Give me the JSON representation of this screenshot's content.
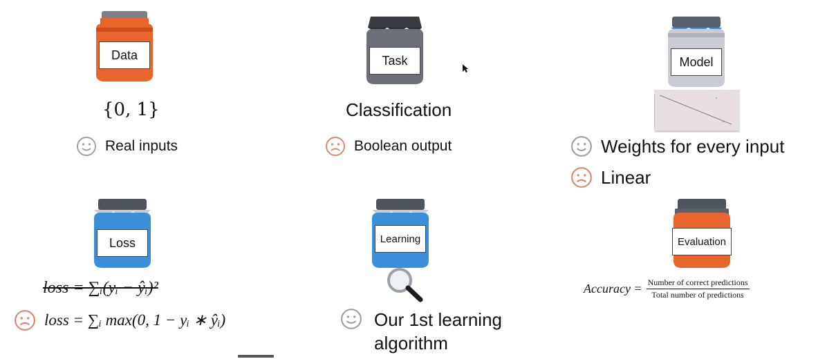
{
  "colors": {
    "orange": "#e8652b",
    "gray": "#6b7079",
    "light": "#c9ccd2",
    "blue": "#3b8fd8",
    "smiley": "#9aa1a8",
    "frowny": "#d98a74"
  },
  "jars": {
    "data": {
      "label": "Data",
      "color": "orange"
    },
    "task": {
      "label": "Task",
      "color": "gray"
    },
    "model": {
      "label": "Model",
      "color": "light"
    },
    "loss": {
      "label": "Loss",
      "color": "blue"
    },
    "learning": {
      "label": "Learning",
      "color": "blue"
    },
    "evaluation": {
      "label": "Evaluation",
      "color": "orange"
    }
  },
  "data_section": {
    "set": "{0, 1}",
    "pro": "Real inputs"
  },
  "task_section": {
    "title": "Classification",
    "con": "Boolean output"
  },
  "model_section": {
    "pro": "Weights for every input",
    "con": "Linear"
  },
  "loss_section": {
    "struck_formula": "loss = ∑ᵢ(yᵢ − ŷᵢ)²",
    "formula": "loss = ∑ᵢ max(0, 1 − yᵢ ∗ ŷᵢ)"
  },
  "learning_section": {
    "line1": "Our 1st learning",
    "line2": "algorithm"
  },
  "evaluation_section": {
    "lhs": "Accuracy =",
    "numerator": "Number of correct predictions",
    "denominator": "Total number of predictions"
  }
}
